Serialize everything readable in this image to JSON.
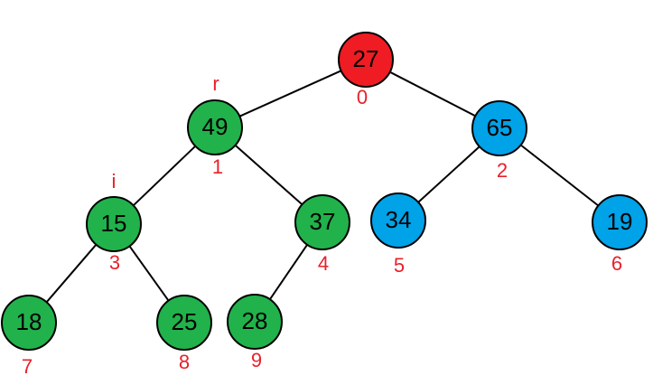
{
  "colors": {
    "red": "#ef1c24",
    "green": "#21b24b",
    "blue": "#00a2e8",
    "index_text": "#e8202a",
    "edge": "#000000"
  },
  "nodes": [
    {
      "id": "n0",
      "value": "27",
      "index": "0",
      "color": "red"
    },
    {
      "id": "n1",
      "value": "49",
      "index": "1",
      "color": "green"
    },
    {
      "id": "n2",
      "value": "65",
      "index": "2",
      "color": "blue"
    },
    {
      "id": "n3",
      "value": "15",
      "index": "3",
      "color": "green"
    },
    {
      "id": "n4",
      "value": "37",
      "index": "4",
      "color": "green"
    },
    {
      "id": "n5",
      "value": "34",
      "index": "5",
      "color": "blue"
    },
    {
      "id": "n6",
      "value": "19",
      "index": "6",
      "color": "blue"
    },
    {
      "id": "n7",
      "value": "18",
      "index": "7",
      "color": "green"
    },
    {
      "id": "n8",
      "value": "25",
      "index": "8",
      "color": "green"
    },
    {
      "id": "n9",
      "value": "28",
      "index": "9",
      "color": "green"
    }
  ],
  "edges": [
    [
      "n0",
      "n1"
    ],
    [
      "n0",
      "n2"
    ],
    [
      "n1",
      "n3"
    ],
    [
      "n1",
      "n4"
    ],
    [
      "n2",
      "n5"
    ],
    [
      "n2",
      "n6"
    ],
    [
      "n3",
      "n7"
    ],
    [
      "n3",
      "n8"
    ],
    [
      "n4",
      "n9"
    ]
  ],
  "markers": [
    {
      "node": "n1",
      "label": "r"
    },
    {
      "node": "n3",
      "label": "i"
    }
  ]
}
